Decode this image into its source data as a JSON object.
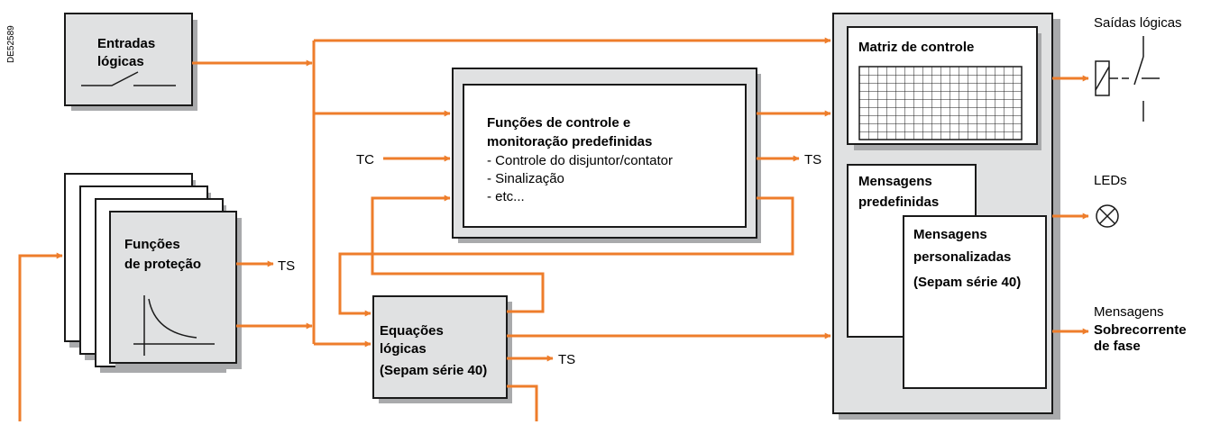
{
  "figure_code": "DE52589",
  "colors": {
    "arrow": "#ee7d2b",
    "box_fill": "#e0e1e2",
    "box_stroke": "#1a1a1a"
  },
  "blocks": {
    "logic_inputs": {
      "line1": "Entradas",
      "line2": "lógicas"
    },
    "protection": {
      "line1": "Funções",
      "line2": "de proteção",
      "output": "TS"
    },
    "predefined": {
      "title_line1": "Funções de controle e",
      "title_line2": "monitoração predefinidas",
      "item1": "- Controle do disjuntor/contator",
      "item2": "- Sinalização",
      "item3": "- etc...",
      "input": "TC",
      "output": "TS"
    },
    "equations": {
      "line1": "Equações",
      "line2": "lógicas",
      "line3": "(Sepam série 40)",
      "output": "TS"
    },
    "control_matrix": {
      "title": "Matriz de controle"
    },
    "predefined_messages": {
      "line1": "Mensagens",
      "line2": "predefinidas"
    },
    "custom_messages": {
      "line1": "Mensagens",
      "line2": "personalizadas",
      "line3": "(Sepam série 40)"
    }
  },
  "outputs": {
    "logic_outputs": "Saídas lógicas",
    "leds": "LEDs",
    "messages_line1": "Mensagens",
    "messages_line2": "Sobrecorrente",
    "messages_line3": "de fase"
  }
}
